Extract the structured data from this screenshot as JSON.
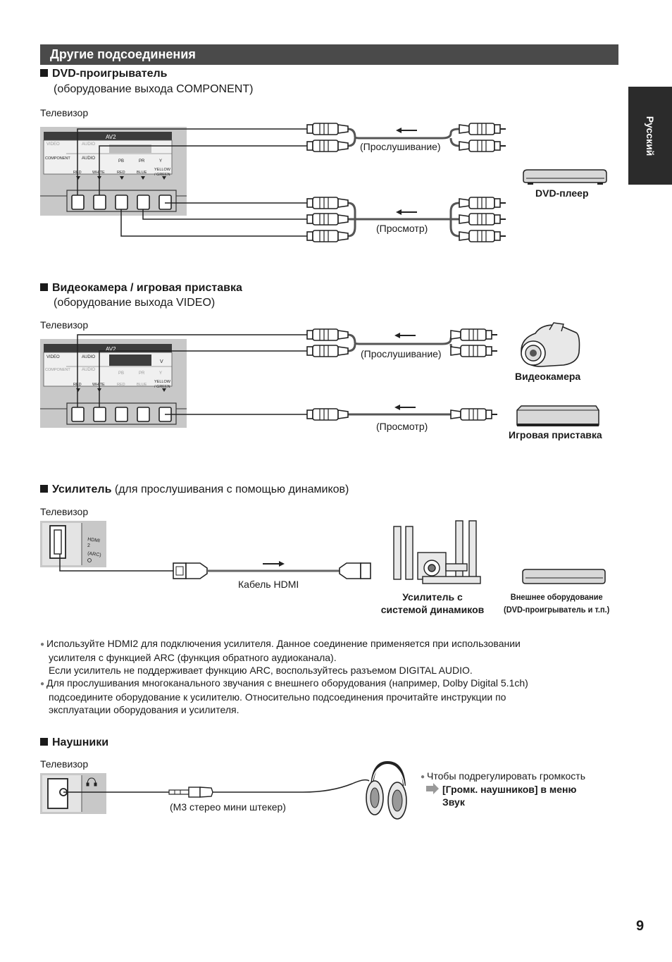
{
  "section_title": "Другие подсоединения",
  "side_tab": "Русский",
  "page_number": "9",
  "tv_label": "Телевизор",
  "dvd": {
    "heading": "DVD-проигрыватель",
    "sub": "(оборудование выхода COMPONENT)",
    "listen": "(Прослушивание)",
    "view": "(Просмотр)",
    "device": "DVD-плеер",
    "panel_title": "AV2",
    "panel_video": "VIDEO",
    "panel_component": "COMPONENT",
    "panel_audio": "AUDIO",
    "pb": "PB",
    "pr": "PR",
    "y": "Y",
    "red": "RED",
    "white": "WHITE",
    "blue": "BLUE",
    "yellow": "YELLOW",
    "green": "/ GREEN"
  },
  "video": {
    "heading": "Видеокамера / игровая приставка",
    "sub": "(оборудование выхода VIDEO)",
    "listen": "(Прослушивание)",
    "view": "(Просмотр)",
    "camera": "Видеокамера",
    "console": "Игровая приставка",
    "panel_v": "V"
  },
  "amp": {
    "heading_bold": "Усилитель",
    "heading_rest": " (для прослушивания с помощью динамиков)",
    "cable": "Кабель HDMI",
    "amp_line1": "Усилитель с",
    "amp_line2": "системой динамиков",
    "ext_line1": "Внешнее оборудование",
    "ext_line2": "(DVD-проигрыватель и т.п.)",
    "hdmi": "HDMI",
    "hdmi_num": "2",
    "arc": "(ARC)"
  },
  "notes": [
    "Используйте HDMI2 для подключения усилителя. Данное соединение применяется при использовании",
    "усилителя с функцией ARC (функция обратного аудиоканала).",
    "Если усилитель не поддерживает функцию ARC, воспользуйтесь разъемом DIGITAL AUDIO.",
    "Для прослушивания многоканального звучания с внешнего оборудования (например, Dolby Digital 5.1ch)",
    "подсоедините оборудование к усилителю. Относительно подсоединения прочитайте инструкции по",
    "эксплуатации оборудования и усилителя."
  ],
  "headphones": {
    "heading": "Наушники",
    "plug": "(М3 стерео мини штекер)",
    "note": "Чтобы подрегулировать громкость",
    "menu_line1": "[Громк. наушников] в меню",
    "menu_line2": "Звук"
  }
}
